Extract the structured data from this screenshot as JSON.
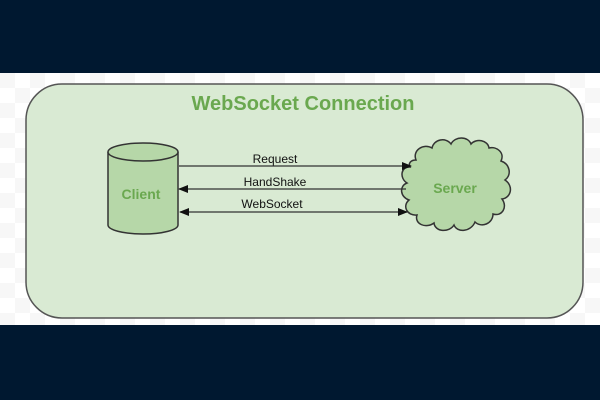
{
  "diagram": {
    "title": "WebSocket Connection",
    "nodes": {
      "client": {
        "label": "Client",
        "shape": "cylinder"
      },
      "server": {
        "label": "Server",
        "shape": "cloud"
      }
    },
    "edges": [
      {
        "label": "Request",
        "from": "Client",
        "to": "Server",
        "direction": "right"
      },
      {
        "label": "HandShake",
        "from": "Server",
        "to": "Client",
        "direction": "left"
      },
      {
        "label": "WebSocket",
        "from": "Client",
        "to": "Server",
        "direction": "both"
      }
    ],
    "colors": {
      "background": "#001830",
      "container_fill": "#d9ead3",
      "node_fill": "#b6d7a8",
      "accent_text": "#6aa84f",
      "stroke": "#333333"
    }
  }
}
